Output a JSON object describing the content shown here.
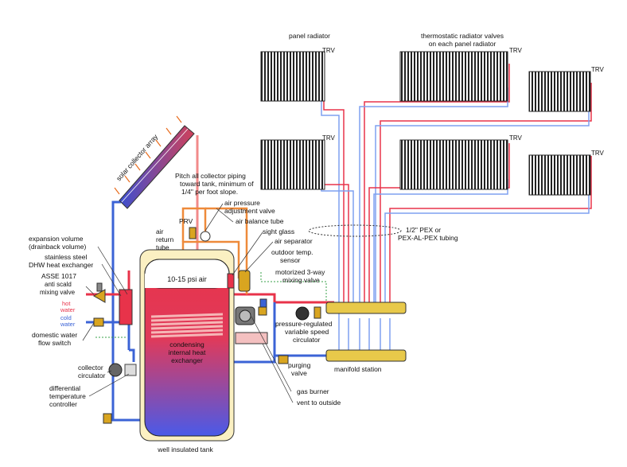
{
  "labels": {
    "panel_radiator": "panel radiator",
    "trv_valves_line1": "thermostatic radiator valves",
    "trv_valves_line2": "on each panel radiator",
    "trv": "TRV",
    "pitch_line1": "Pitch all collector piping",
    "pitch_line2": "toward tank, minimum of",
    "pitch_line3": "1/4\" per foot slope.",
    "solar_array": "solar collector array",
    "air_pressure_line1": "air pressure",
    "air_pressure_line2": "adjustment valve",
    "air_balance": "air balance tube",
    "prv": "PRV",
    "sight_glass": "sight glass",
    "air_separator": "air separator",
    "outdoor_line1": "outdoor temp.",
    "outdoor_line2": "sensor",
    "motorized_line1": "motorized 3-way",
    "motorized_line2": "mixing valve",
    "pex_line1": "1/2\" PEX or",
    "pex_line2": "PEX-AL-PEX tubing",
    "air_return_line1": "air",
    "air_return_line2": "return",
    "air_return_line3": "tube",
    "expansion_line1": "expansion volume",
    "expansion_line2": "(drainback volume)",
    "stainless_line1": "stainless steel",
    "stainless_line2": "DHW heat exchanger",
    "asse_line1": "ASSE 1017",
    "asse_line2": "anti scald",
    "asse_line3": "mixing valve",
    "hot_line1": "hot",
    "hot_line2": "water",
    "cold_line1": "cold",
    "cold_line2": "water",
    "flow_switch_line1": "domestic water",
    "flow_switch_line2": "flow switch",
    "psi_air": "10-15 psi air",
    "condensing_line1": "condensing",
    "condensing_line2": "internal heat",
    "condensing_line3": "exchanger",
    "pressure_reg_line1": "pressure-regulated",
    "pressure_reg_line2": "variable speed",
    "pressure_reg_line3": "circulator",
    "collector_circ_line1": "collector",
    "collector_circ_line2": "circulator",
    "purging_line1": "purging",
    "purging_line2": "valve",
    "manifold_station": "manifold station",
    "diff_line1": "differential",
    "diff_line2": "temperature",
    "diff_line3": "controller",
    "gas_burner": "gas burner",
    "vent": "vent to outside",
    "insulated_tank": "well insulated tank"
  },
  "colors": {
    "hot_pipe": "#e8334a",
    "warm_pipe": "#f28a8a",
    "cold_pipe": "#3b63d6",
    "return_pipe": "#7fa0f0",
    "air_tube": "#ee8a3a",
    "tank_shell": "#fbf0c2",
    "manifold": "#e8c94a",
    "sensor_wire": "#3aa04a"
  }
}
